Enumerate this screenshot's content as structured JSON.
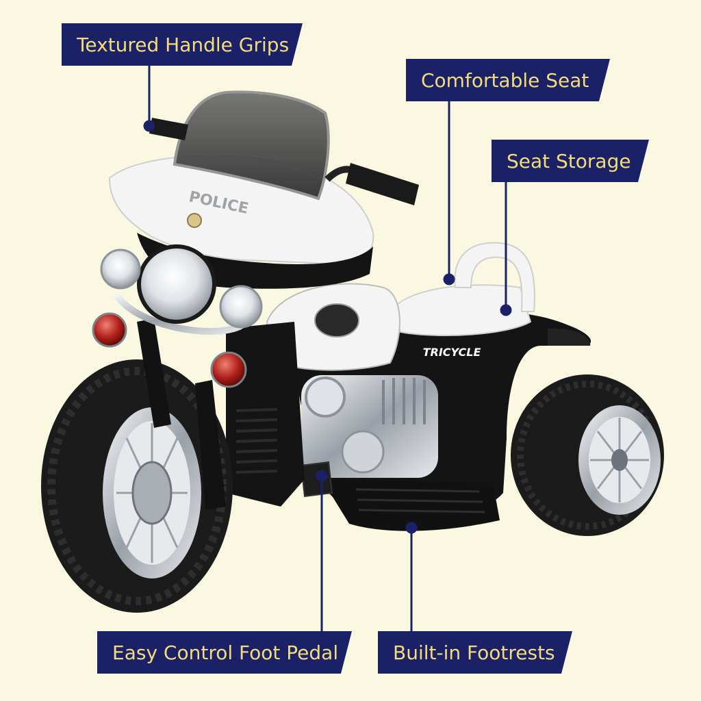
{
  "product": {
    "fairing_text": "POLICE",
    "tank_text": "TRICYCLE"
  },
  "callouts": {
    "grips": "Textured Handle Grips",
    "seat": "Comfortable Seat",
    "storage": "Seat Storage",
    "pedal": "Easy Control Foot Pedal",
    "footrests": "Built-in Footrests"
  },
  "colors": {
    "background": "#fbf8e2",
    "label_bg": "#1a2166",
    "label_text": "#f5dc7a",
    "body_black": "#141414",
    "body_white": "#f4f4f4",
    "reflector_red": "#b0201a",
    "chrome": "#c8ccd2"
  }
}
